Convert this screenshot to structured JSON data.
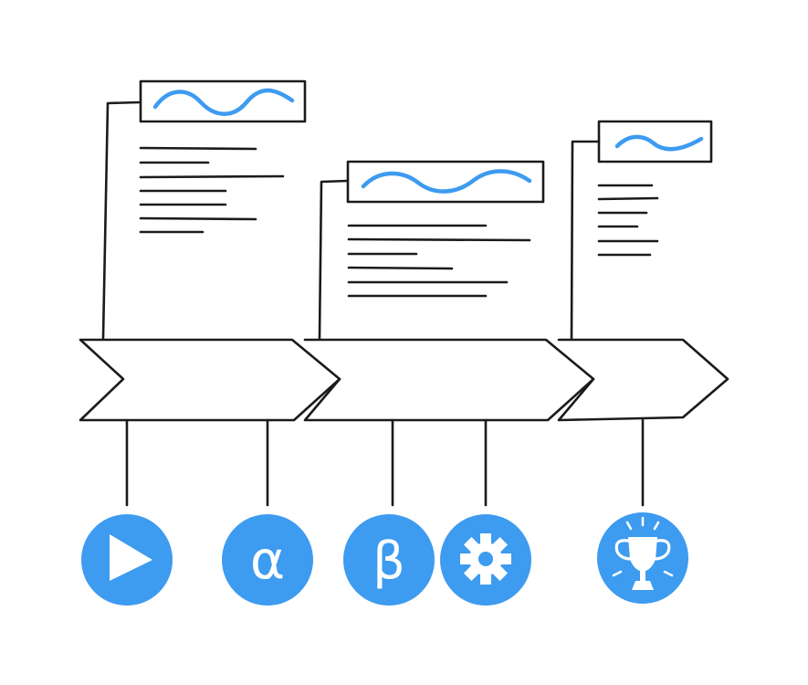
{
  "colors": {
    "accent": "#3d9bf0",
    "ink": "#1b1b1b",
    "background": "#ffffff"
  },
  "milestones": [
    {
      "icon": "play-icon"
    },
    {
      "icon": "alpha-icon",
      "glyph": "α"
    },
    {
      "icon": "beta-icon",
      "glyph": "β"
    },
    {
      "icon": "gear-icon"
    },
    {
      "icon": "trophy-icon"
    }
  ],
  "note_cards": [
    {
      "text_line_count": 7
    },
    {
      "text_line_count": 6
    },
    {
      "text_line_count": 6
    }
  ],
  "arrow_segments": 3
}
